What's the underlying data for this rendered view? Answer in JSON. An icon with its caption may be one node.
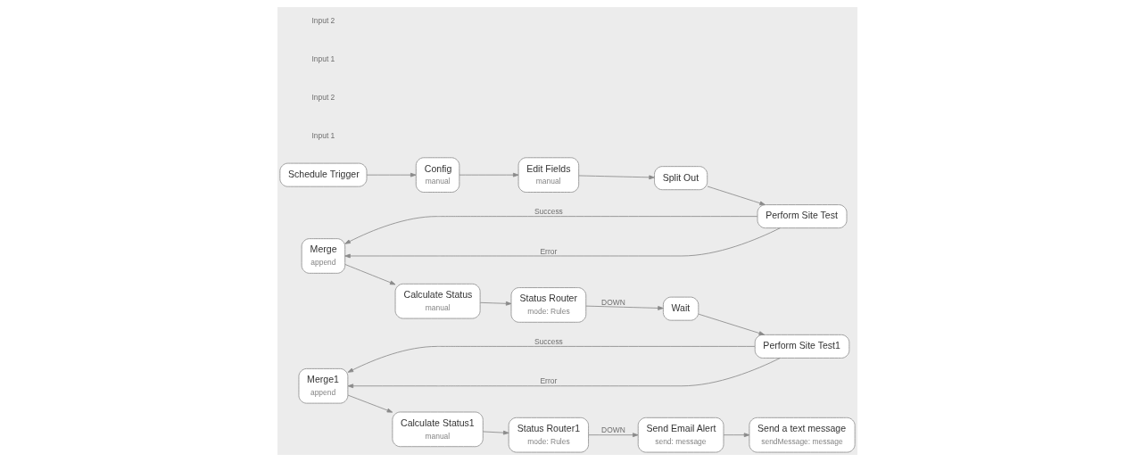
{
  "diagram": {
    "nodes": [
      {
        "text": [
          "Schedule Trigger"
        ]
      },
      {
        "text": [
          "Config",
          "manual"
        ]
      },
      {
        "text": [
          "Edit Fields",
          "manual"
        ]
      },
      {
        "text": [
          "Split Out"
        ]
      },
      {
        "text": [
          "Perform Site Test"
        ]
      },
      {
        "text": [
          "Merge",
          "append"
        ]
      },
      {
        "text": [
          "Calculate Status",
          "manual"
        ]
      },
      {
        "text": [
          "Status Router",
          "mode: Rules"
        ]
      },
      {
        "text": [
          "Wait"
        ]
      },
      {
        "text": [
          "Perform Site Test1"
        ]
      },
      {
        "text": [
          "Merge1",
          "append"
        ]
      },
      {
        "text": [
          "Calculate Status1",
          "manual"
        ]
      },
      {
        "text": [
          "Status Router1",
          "mode: Rules"
        ]
      },
      {
        "text": [
          "Send Email Alert",
          "send: message"
        ]
      },
      {
        "text": [
          "Send a text message",
          "sendMessage: message"
        ]
      }
    ],
    "edges": [
      {
        "from": 0,
        "to": 1,
        "arrow": "to"
      },
      {
        "from": 1,
        "to": 2,
        "arrow": "to"
      },
      {
        "from": 2,
        "to": 3,
        "arrow": "to"
      },
      {
        "from": 3,
        "to": 4,
        "arrow": "to"
      },
      {
        "from": 4,
        "to": 5,
        "arrow": "to",
        "label": "Success"
      },
      {
        "from": 4,
        "to": 5,
        "arrow": "to",
        "label": "Error"
      },
      {
        "from": 5,
        "to": 6,
        "arrow": "to"
      },
      {
        "from": 6,
        "to": 7,
        "arrow": "to"
      },
      {
        "from": 7,
        "to": 8,
        "arrow": "to",
        "label": "DOWN"
      },
      {
        "from": 8,
        "to": 9,
        "arrow": "to"
      },
      {
        "from": 9,
        "to": 10,
        "arrow": "to",
        "label": "Success"
      },
      {
        "from": 9,
        "to": 10,
        "arrow": "to",
        "label": "Error"
      },
      {
        "from": 10,
        "to": 11,
        "arrow": "to"
      },
      {
        "from": 11,
        "to": 12,
        "arrow": "to"
      },
      {
        "from": 12,
        "to": 13,
        "arrow": "to",
        "label": "DOWN"
      },
      {
        "from": 13,
        "to": 14,
        "arrow": "to"
      }
    ],
    "labels": [
      "Input 1",
      "Input 2",
      "Input 1",
      "Input 2"
    ]
  }
}
